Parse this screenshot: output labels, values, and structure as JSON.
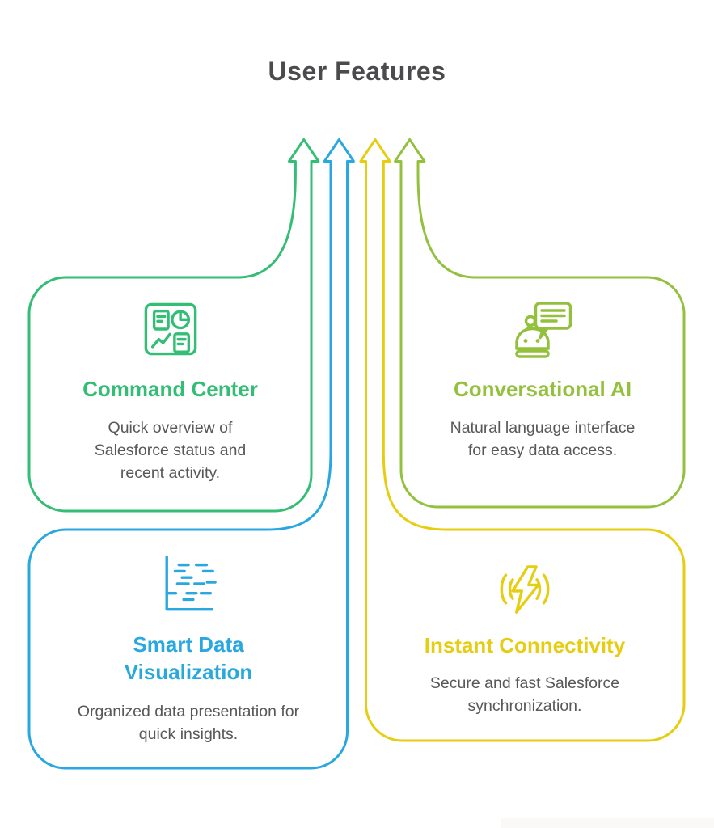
{
  "page": {
    "title": "User Features",
    "background": "#ffffff",
    "title_color": "#4b4b4d",
    "body_text_color": "#58585a"
  },
  "arrows": {
    "direction": "up",
    "count": 4,
    "order_left_to_right": [
      "Command Center",
      "Smart Data Visualization",
      "Instant Connectivity",
      "Conversational AI"
    ]
  },
  "cards": [
    {
      "title": "Command Center",
      "description": "Quick overview of Salesforce status and recent activity.",
      "color": "#33bd75",
      "icon": "dashboard-icon",
      "position": "top-left"
    },
    {
      "title": "Conversational AI",
      "description": "Natural language interface for easy data access.",
      "color": "#93c13d",
      "icon": "chatbot-icon",
      "position": "top-right"
    },
    {
      "title": "Smart Data Visualization",
      "description": "Organized data presentation for quick insights.",
      "color": "#29a8e0",
      "icon": "bar-data-icon",
      "position": "bottom-left"
    },
    {
      "title": "Instant Connectivity",
      "description": "Secure and fast Salesforce synchronization.",
      "color": "#e7cd11",
      "icon": "signal-bolt-icon",
      "position": "bottom-right"
    }
  ]
}
